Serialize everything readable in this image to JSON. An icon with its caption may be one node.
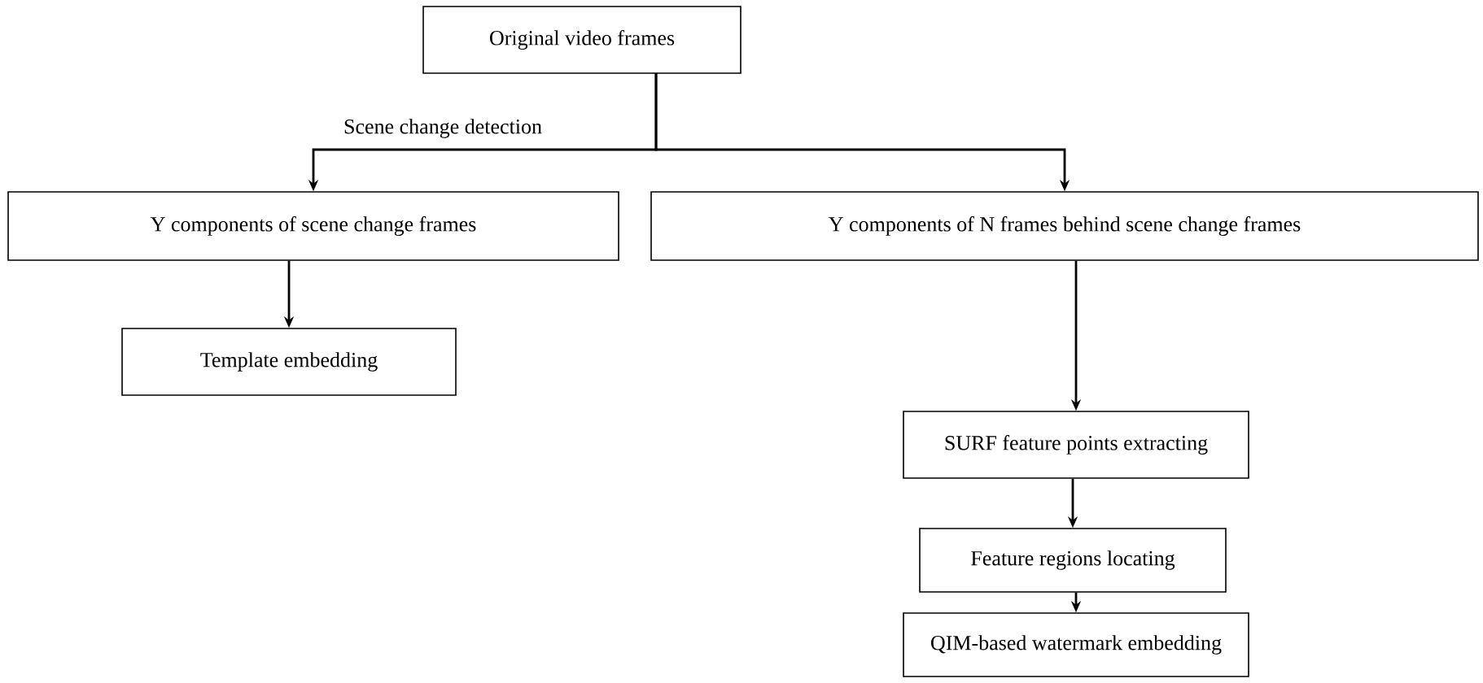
{
  "diagram": {
    "nodes": [
      {
        "text": [
          "Original video frames"
        ]
      },
      {
        "text": [
          "Y components of scene change frames"
        ]
      },
      {
        "text": [
          "Y components of N frames behind scene change frames"
        ]
      },
      {
        "text": [
          "Template embedding"
        ]
      },
      {
        "text": [
          "SURF feature points extracting"
        ]
      },
      {
        "text": [
          "Feature regions locating"
        ]
      },
      {
        "text": [
          "QIM-based watermark embedding"
        ]
      }
    ],
    "edges": [
      {
        "from": 0,
        "to": 1,
        "arrow": "to",
        "label": "Scene change detection"
      },
      {
        "from": 0,
        "to": 2,
        "arrow": "to"
      },
      {
        "from": 1,
        "to": 3,
        "arrow": "to"
      },
      {
        "from": 2,
        "to": 4,
        "arrow": "to"
      },
      {
        "from": 4,
        "to": 5,
        "arrow": "to"
      },
      {
        "from": 5,
        "to": 6,
        "arrow": "to"
      }
    ]
  }
}
